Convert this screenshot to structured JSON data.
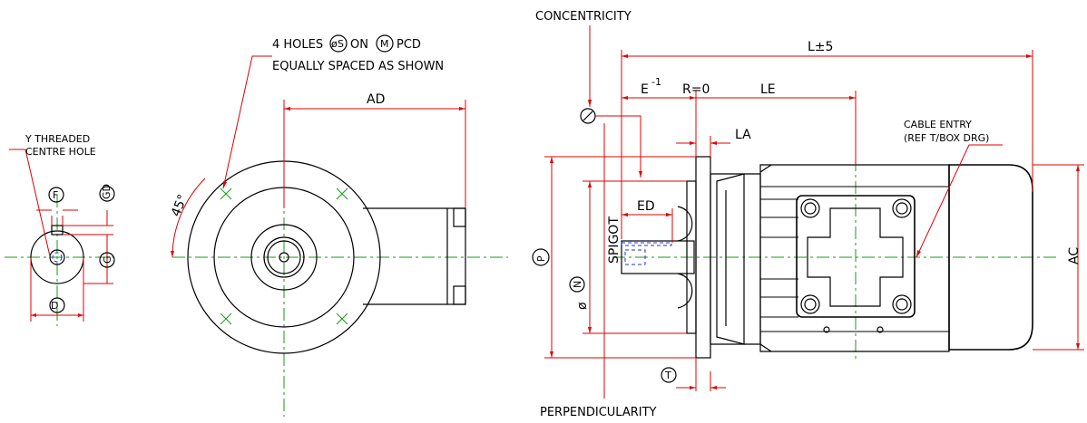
{
  "labels": {
    "concentricity": "CONCENTRICITY",
    "perpendicularity": "PERPENDICULARITY",
    "holes_line1_a": "4 HOLES",
    "holes_s": "S",
    "holes_on": "ON",
    "holes_m": "M",
    "holes_pcd": "PCD",
    "holes_line2": "EQUALLY SPACED AS SHOWN",
    "threaded_line1": "Y THREADED",
    "threaded_line2": "CENTRE HOLE",
    "ad": "AD",
    "angle": "45°",
    "l": "L±5",
    "e": "E",
    "e_sup": "-1",
    "r": "R=0",
    "le": "LE",
    "la": "LA",
    "ed": "ED",
    "cable_line1": "CABLE ENTRY",
    "cable_line2": "(REF T/BOX DRG)",
    "ac": "AC",
    "spigot_phi": "ø",
    "spigot_n": "N",
    "spigot_word": "SPIGOT",
    "p": "P",
    "t": "T",
    "f": "F",
    "gd": "GD",
    "g": "G",
    "d": "D"
  }
}
